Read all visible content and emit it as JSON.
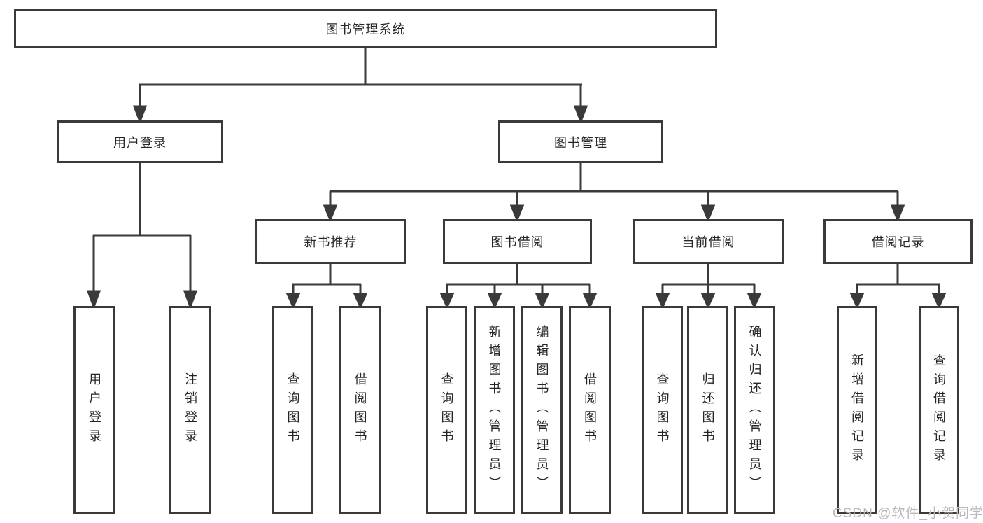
{
  "diagram": {
    "nodes": {
      "root": "图书管理系统",
      "userLogin": "用户登录",
      "bookMgmt": "图书管理",
      "userLoginChildren": [
        "用户登录",
        "注销登录"
      ],
      "sections": [
        {
          "title": "新书推荐",
          "items": [
            "查询图书",
            "借阅图书"
          ]
        },
        {
          "title": "图书借阅",
          "items": [
            "查询图书",
            "新增图书（管理员）",
            "编辑图书（管理员）",
            "借阅图书"
          ]
        },
        {
          "title": "当前借阅",
          "items": [
            "查询图书",
            "归还图书",
            "确认归还（管理员）"
          ]
        },
        {
          "title": "借阅记录",
          "items": [
            "新增借阅记录",
            "查询借阅记录"
          ]
        }
      ]
    },
    "watermark": "CSDN @软件_小贺同学",
    "colors": {
      "line": "#3a3a3a",
      "text": "#262626",
      "watermark": "#b9b9bd",
      "background": "#ffffff"
    }
  }
}
